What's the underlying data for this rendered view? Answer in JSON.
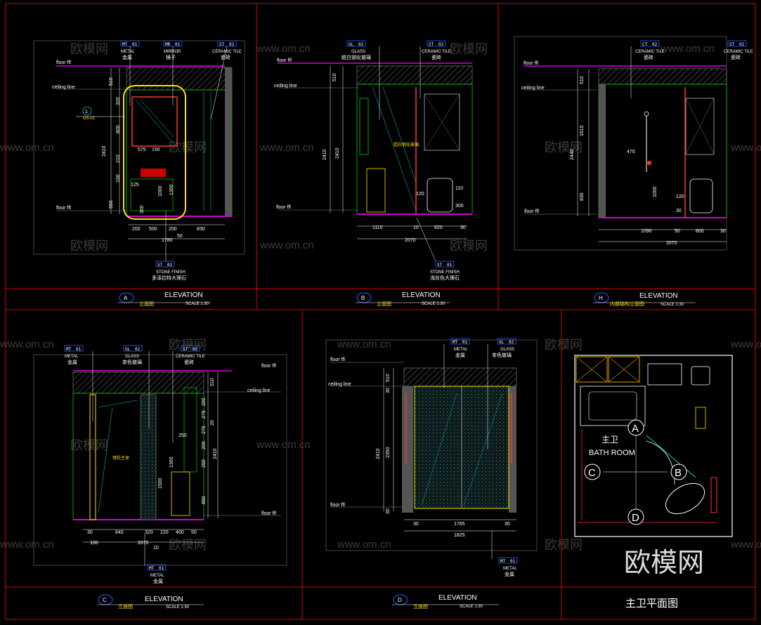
{
  "watermark": {
    "site": "www.om.cn",
    "brand": "欧模网"
  },
  "panels": [
    {
      "id": "A",
      "title": "ELEVATION",
      "subtitle": "立面图",
      "scale": "SCALE  1:30",
      "tags": [
        {
          "code": "MT",
          "num": "01",
          "en": "METAL",
          "zh": "金属"
        },
        {
          "code": "MR",
          "num": "01",
          "en": "MIRROR",
          "zh": "镜子"
        },
        {
          "code": "ST",
          "num": "02",
          "en": "CERAMIC TILE",
          "zh": "瓷砖"
        }
      ],
      "bottom_tag": {
        "code": "ST",
        "num": "02",
        "en": "STONE FINISH",
        "zh": "多泽拉特大理石"
      },
      "levels": [
        "floor ffl",
        "ceiling line",
        "floor ffl"
      ],
      "dims_v": [
        "510",
        "2410",
        "550",
        "800",
        "150",
        "210",
        "320",
        "1350",
        "1000",
        "300",
        "125"
      ],
      "dims_h": [
        "200",
        "500",
        "200",
        "830",
        "1780",
        "50",
        "575",
        "150"
      ],
      "marker": "1",
      "marker_sub": "DS-01"
    },
    {
      "id": "B",
      "title": "ELEVATION",
      "subtitle": "立面图",
      "scale": "SCALE  1:30",
      "tags": [
        {
          "code": "GL",
          "num": "02",
          "en": "GLASS",
          "zh": "超白钢化玻璃"
        },
        {
          "code": "ST",
          "num": "02",
          "en": "CERAMIC TILE",
          "zh": "瓷砖"
        }
      ],
      "bottom_tag": {
        "code": "ST",
        "num": "01",
        "en": "STONE FINISH",
        "zh": "浅灰色大理石"
      },
      "levels": [
        "floor ffl",
        "ceiling line",
        "floor ffl"
      ],
      "dims_v": [
        "510",
        "2410",
        "2410",
        "120",
        "110",
        "300"
      ],
      "dims_h": [
        "1110",
        "10",
        "820",
        "30",
        "2070"
      ],
      "note": "超白钢化玻璃"
    },
    {
      "id": "H",
      "title": "ELEVATION",
      "subtitle": "内部结构立面图",
      "scale": "SCALE  1:30",
      "tags": [
        {
          "code": "CT",
          "num": "02",
          "en": "CERAMIC TILE",
          "zh": "瓷砖"
        },
        {
          "code": "ST",
          "num": "02",
          "en": "CERAMIC TILE",
          "zh": "瓷砖"
        }
      ],
      "levels": [
        "floor ffl",
        "ceiling line",
        "floor ffl"
      ],
      "dims_v": [
        "510",
        "1610",
        "2440",
        "830",
        "470",
        "1000",
        "120",
        "30"
      ],
      "dims_h": [
        "1090",
        "50",
        "800",
        "30",
        "2070"
      ]
    },
    {
      "id": "C",
      "title": "ELEVATION",
      "subtitle": "立面图",
      "scale": "SCALE  1:30",
      "tags": [
        {
          "code": "MT",
          "num": "01",
          "en": "METAL",
          "zh": "金属"
        },
        {
          "code": "GL",
          "num": "02",
          "en": "GLASS",
          "zh": "茶色玻璃"
        },
        {
          "code": "ST",
          "num": "02",
          "en": "CERAMIC TILE",
          "zh": "瓷砖"
        }
      ],
      "bottom_tag": {
        "code": "MT",
        "num": "01",
        "en": "METAL",
        "zh": "金属"
      },
      "levels": [
        "floor ffl",
        "ceiling line",
        "floor ffl"
      ],
      "dims_v": [
        "510",
        "200",
        "275",
        "20",
        "275",
        "200",
        "250",
        "2410",
        "850",
        "1300",
        "1500",
        "250"
      ],
      "dims_h": [
        "30",
        "840",
        "320",
        "220",
        "400",
        "50",
        "100",
        "2070",
        "10"
      ],
      "note": "墙柱主体"
    },
    {
      "id": "D",
      "title": "ELEVATION",
      "subtitle": "立面图",
      "scale": "SCALE  1:30",
      "tags": [
        {
          "code": "MT",
          "num": "01",
          "en": "METAL",
          "zh": "金属"
        },
        {
          "code": "GL",
          "num": "02",
          "en": "GLASS",
          "zh": "茶色玻璃"
        }
      ],
      "bottom_tag": {
        "code": "MT",
        "num": "01",
        "en": "METAL",
        "zh": "金属"
      },
      "levels": [
        "floor ffl",
        "ceiling line",
        "floor ffl"
      ],
      "dims_v": [
        "510",
        "30",
        "2410",
        "2350",
        "30"
      ],
      "dims_h": [
        "30",
        "1765",
        "30",
        "1825"
      ]
    }
  ],
  "plan": {
    "title": "主卫平面图",
    "room_zh": "主卫",
    "room_en": "BATH ROOM",
    "markers": [
      "A",
      "B",
      "C",
      "D"
    ]
  },
  "colors": {
    "frame": "#d40000",
    "tag": "#2a5cff",
    "magenta": "#d400d4",
    "yellow": "#ffe000",
    "green": "#00cc00",
    "cyan": "#00d0d0"
  }
}
